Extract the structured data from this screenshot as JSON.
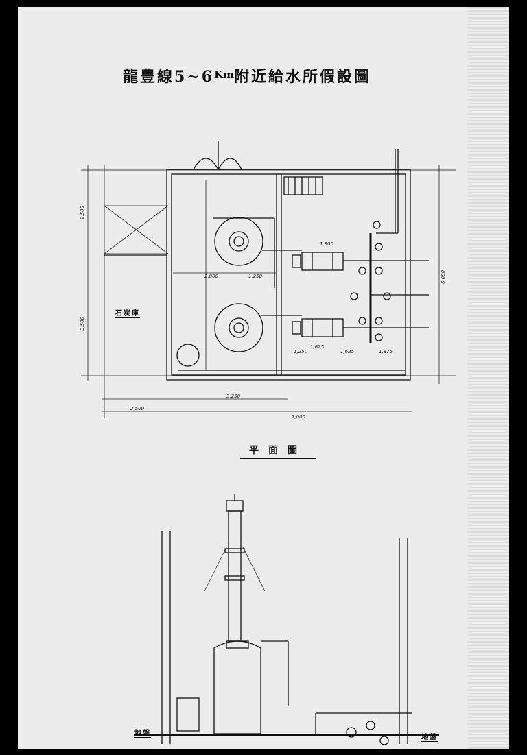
{
  "document": {
    "title_before": "龍豊線5~6",
    "title_unit": "Km",
    "title_after": "附近給水所假設圖",
    "plan_caption": "平面圖",
    "room_labels": [
      "石炭庫"
    ],
    "ground_label_left": "地盤",
    "ground_label_right": "地盤",
    "dimensions": {
      "left_upper": "2,500",
      "left_lower": "3,500",
      "bottom_left": "2,500",
      "bottom_mid": "3,250",
      "bottom_full": "7,000",
      "right_height": "6,000",
      "inner_a": "2,000",
      "inner_b": "1,250",
      "inner_c": "1,300",
      "inner_d": "1,250",
      "inner_e": "1,625",
      "inner_f": "1,875",
      "inner_g": "1,625"
    }
  }
}
